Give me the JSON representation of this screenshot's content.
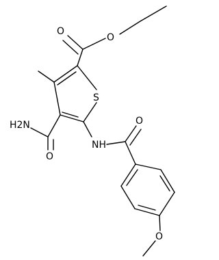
{
  "structure": {
    "atoms": [
      {
        "id": "o_ester_carbonyl",
        "label": "O"
      },
      {
        "id": "o_ester_link",
        "label": "O"
      },
      {
        "id": "s_ring",
        "label": "S"
      },
      {
        "id": "nh2_amide",
        "label": "H2N"
      },
      {
        "id": "o_amide_carbonyl",
        "label": "O"
      },
      {
        "id": "nh_link",
        "label": "NH"
      },
      {
        "id": "o_benzoyl_carbonyl",
        "label": "O"
      },
      {
        "id": "o_methoxy",
        "label": "O"
      }
    ]
  }
}
